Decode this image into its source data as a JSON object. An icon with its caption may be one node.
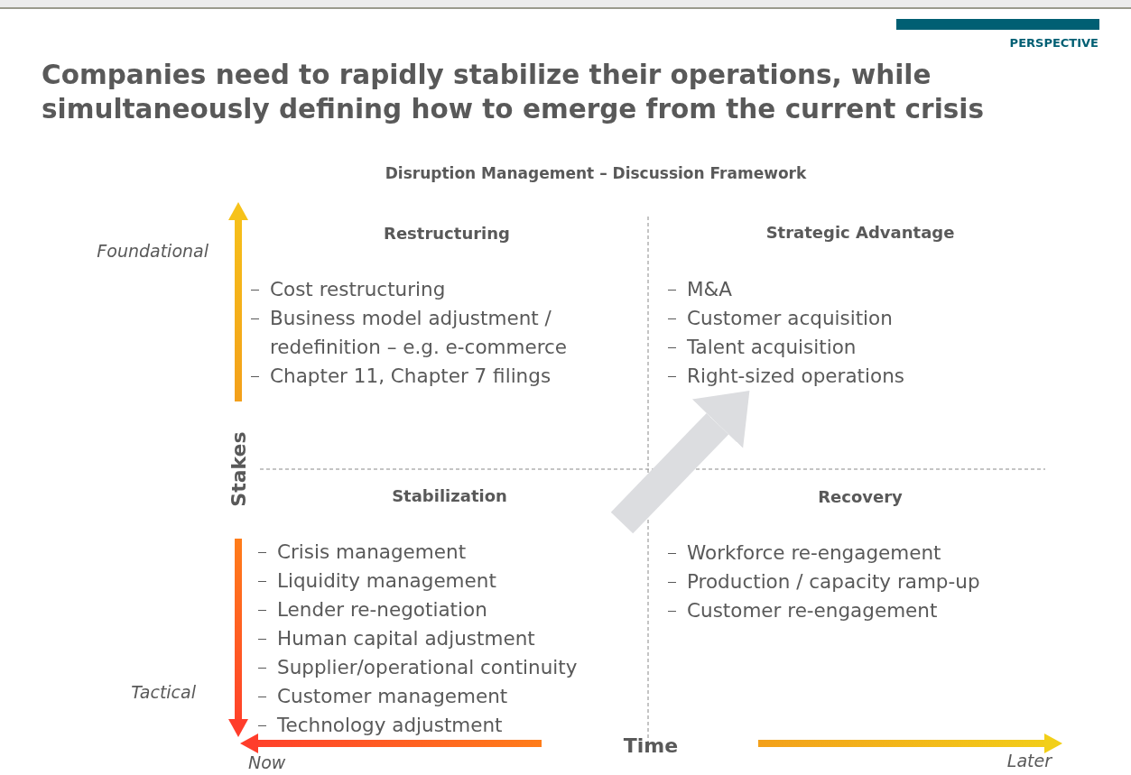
{
  "diagram": {
    "title": "Companies need to rapidly stabilize their operations, while simultaneously defining how to emerge from the current crisis",
    "nodes": [
      {
        "text": [
          "Restructuring",
          "Cost restructuring",
          "Business model adjustment / redefinition – e.g. e-commerce",
          "Chapter 11, Chapter 7 filings"
        ]
      },
      {
        "text": [
          "Strategic Advantage",
          "M&A",
          "Customer acquisition",
          "Talent acquisition",
          "Right-sized operations"
        ]
      },
      {
        "text": [
          "Stabilization",
          "Crisis management",
          "Liquidity management",
          "Lender re-negotiation",
          "Human capital adjustment",
          "Supplier/operational continuity",
          "Customer management",
          "Technology adjustment"
        ]
      },
      {
        "text": [
          "Recovery",
          "Workforce re-engagement",
          "Production / capacity ramp-up",
          "Customer re-engagement"
        ]
      }
    ],
    "edges": [
      {
        "from": 2,
        "to": 1,
        "arrow": "to"
      }
    ],
    "labels": [
      "PERSPECTIVE",
      "Disruption Management – Discussion Framework",
      "Foundational",
      "Stakes",
      "Tactical",
      "Now",
      "Time",
      "Later"
    ]
  }
}
